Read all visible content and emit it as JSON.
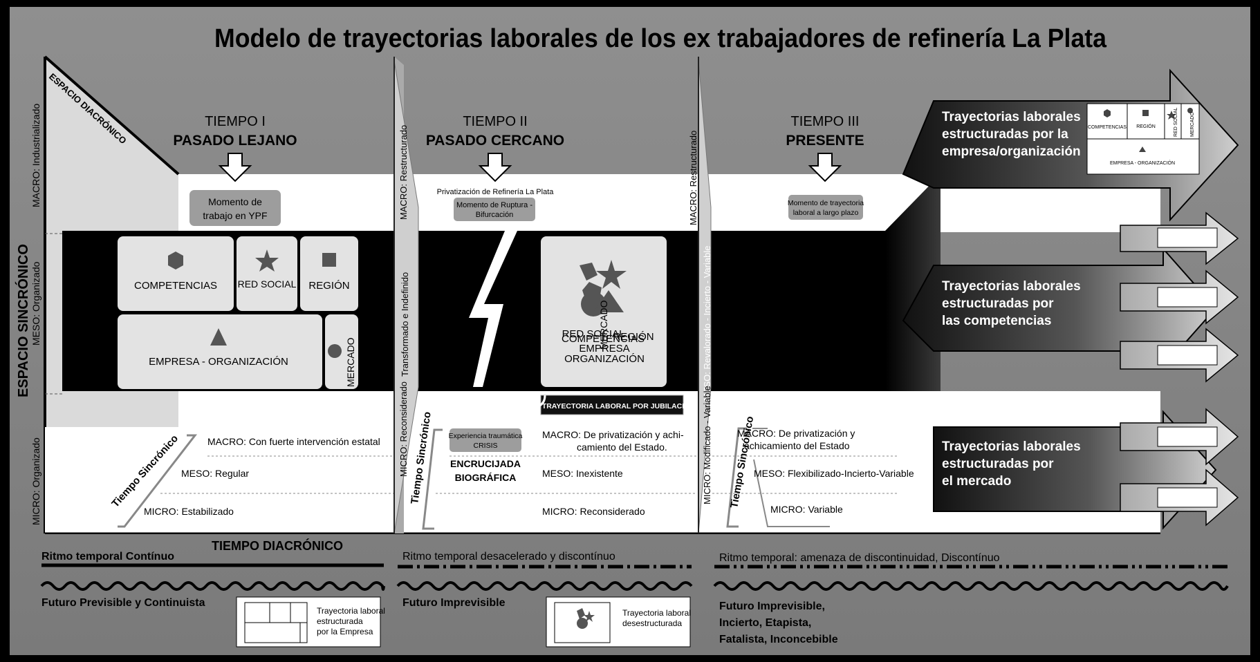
{
  "title": "Modelo de trayectorias laborales de los ex trabajadores de refinería La Plata",
  "axes": {
    "espacio_diacronico": "ESPACIO DIACRÓNICO",
    "espacio_sincronico": "ESPACIO SINCRÓNICO",
    "tiempo_diacronico": "TIEMPO DIACRÓNICO",
    "left_macro": "MACRO: Industrializado",
    "left_meso": "MESO: Organizado",
    "left_micro": "MICRO: Organizado"
  },
  "tiempo1": {
    "label": "TIEMPO I",
    "name": "PASADO LEJANO",
    "moment_line1": "Momento de",
    "moment_line2": "trabajo en YPF",
    "boxes": {
      "competencias": "COMPETENCIAS",
      "red_social": "RED SOCIAL",
      "region": "REGIÓN",
      "empresa": "EMPRESA - ORGANIZACIÓN",
      "mercado": "MERCADO"
    },
    "sync_title": "Tiempo Sincrónico",
    "macro": "MACRO: Con fuerte intervención estatal",
    "meso": "MESO: Regular",
    "micro": "MICRO: Estabilizado"
  },
  "divider1": {
    "macro": "MACRO: Restructurado",
    "meso": "Transformado e Indefinido",
    "micro": "MICRO: Reconsiderado"
  },
  "tiempo2": {
    "label": "TIEMPO II",
    "name": "PASADO CERCANO",
    "privatizacion": "Privatización de Refinería La Plata",
    "moment_line1": "Momento de Ruptura -",
    "moment_line2": "Bifurcación",
    "scrambled": [
      "COMPETENCIAS",
      "RED SOCIAL",
      "REGIÓN",
      "EMPRESA",
      "ORGANIZACIÓN",
      "MERCADO"
    ],
    "no_trayectoria": "NO TRAYECTORIA LABORAL POR JUBILACIÓN",
    "crisis_line1": "Experiencia traumática",
    "crisis_line2": "CRISIS",
    "encrucijada_line1": "ENCRUCIJADA",
    "encrucijada_line2": "BIOGRÁFICA",
    "sync_title": "Tiempo Sincrónico",
    "macro_line1": "MACRO: De privatización y achi-",
    "macro_line2": "camiento del Estado.",
    "meso": "MESO: Inexistente",
    "micro": "MICRO: Reconsiderado"
  },
  "divider2": {
    "macro": "MACRO: Restructurado",
    "meso": "MESO: Revalorado - Incierto - Variable",
    "micro": "MICRO: Modificado - Variable"
  },
  "tiempo3": {
    "label": "TIEMPO III",
    "name": "PRESENTE",
    "moment_line1": "Momento de trayectoria",
    "moment_line2": "laboral a largo plazo",
    "sync_title": "Tiempo Sincrónico",
    "macro_line1": "MACRO: De privatización y",
    "macro_line2": "achicamiento del Estado",
    "meso": "MESO: Flexibilizado-Incierto-Variable",
    "micro": "MICRO: Variable"
  },
  "arrows": {
    "a1_line1": "Trayectorias laborales",
    "a1_line2": "estructuradas por la",
    "a1_line3": "empresa/organización",
    "a2_line1": "Trayectorias laborales",
    "a2_line2": "estructuradas por",
    "a2_line3": "las competencias",
    "a3_line1": "Trayectorias laborales",
    "a3_line2": "estructuradas por",
    "a3_line3": "el mercado",
    "mini": {
      "competencias": "COMPETENCIAS",
      "region": "REGIÓN",
      "red_social": "RED SOCIAL",
      "mercado": "MERCADO",
      "empresa": "EMPRESA - ORGANIZACIÓN"
    }
  },
  "footer": {
    "ritmo1": "Ritmo temporal Contínuo",
    "ritmo2": "Ritmo temporal desacelerado y discontínuo",
    "ritmo3": "Ritmo temporal: amenaza de discontinuidad, Discontínuo",
    "futuro1": "Futuro Previsible y Continuista",
    "futuro2": "Futuro Imprevisible",
    "futuro3_line1": "Futuro Imprevisible,",
    "futuro3_line2": "Incierto, Etapista,",
    "futuro3_line3": "Fatalista, Inconcebible",
    "legend1_line1": "Trayectoria laboral",
    "legend1_line2": "estructurada",
    "legend1_line3": "por la Empresa",
    "legend2_line1": "Trayectoria laboral",
    "legend2_line2": "desestructurada"
  }
}
